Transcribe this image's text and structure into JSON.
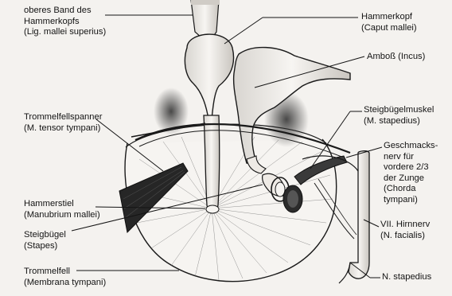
{
  "labels": {
    "lig_mallei_superius": [
      "oberes Band des",
      "Hammerkopfs",
      "(Lig. mallei superius)"
    ],
    "tensor_tympani": [
      "Trommelfellspanner",
      "(M. tensor tympani)"
    ],
    "manubrium_mallei": [
      "Hammerstiel",
      "(Manubrium mallei)"
    ],
    "stapes": [
      "Steigbügel",
      "(Stapes)"
    ],
    "membrana_tympani": [
      "Trommelfell",
      "(Membrana tympani)"
    ],
    "caput_mallei": [
      "Hammerkopf",
      "(Caput mallei)"
    ],
    "incus": [
      "Amboß (Incus)"
    ],
    "stapedius": [
      "Steigbügelmuskel",
      "(M. stapedius)"
    ],
    "chorda_tympani": [
      "Geschmacks-",
      "nerv für",
      "vordere 2/3",
      "der Zunge",
      "(Chorda",
      "tympani)"
    ],
    "facialis": [
      "VII. Hirnnerv",
      "(N. facialis)"
    ],
    "n_stapedius": [
      "N. stapedius"
    ]
  },
  "colors": {
    "ink": "#141414",
    "paper": "#f4f2ef",
    "shade": "#3a3a3a"
  }
}
